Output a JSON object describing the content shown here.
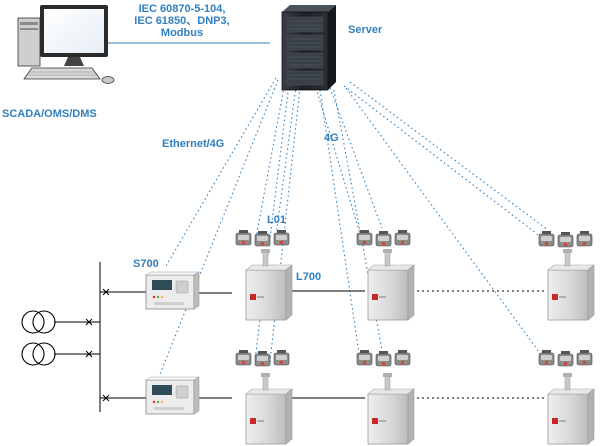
{
  "labels": {
    "protocols": [
      "IEC 60870-5-104,",
      "IEC 61850、DNP3,",
      "Modbus"
    ],
    "server": "Server",
    "scada": "SCADA/OMS/DMS",
    "ethernet": "Ethernet/4G",
    "g4": "4G",
    "l01": "L01",
    "s700": "S700",
    "l700": "L700"
  },
  "colors": {
    "label": "#2f7fc1",
    "link": "#2f7fc1",
    "line": "#000000",
    "cabinet": "#d3d3d3",
    "server": "#1e2228"
  },
  "icons": {
    "workstation": "computer-workstation-icon",
    "server": "server-rack-icon",
    "transformer": "transformer-icon",
    "relay": "s700-relay-icon",
    "sensor": "fault-indicator-icon",
    "cabinet": "l700-cabinet-icon"
  }
}
